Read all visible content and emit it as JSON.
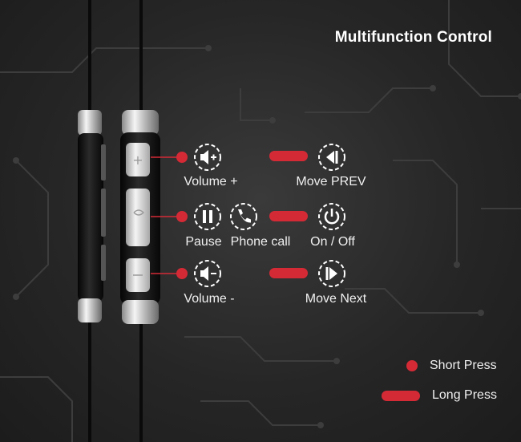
{
  "title": "Multifunction Control",
  "colors": {
    "accent": "#d42a36",
    "background": "#2a2a2a",
    "text": "#f0f0f0"
  },
  "buttons": {
    "volume_up": {
      "short_label": "Volume +",
      "short_icon": "volume-up-icon",
      "long_label": "Move PREV",
      "long_icon": "previous-track-icon"
    },
    "middle": {
      "short_label_1": "Pause",
      "short_icon_1": "pause-icon",
      "short_label_2": "Phone call",
      "short_icon_2": "phone-icon",
      "long_label": "On / Off",
      "long_icon": "power-icon"
    },
    "volume_down": {
      "short_label": "Volume -",
      "short_icon": "volume-down-icon",
      "long_label": "Move Next",
      "long_icon": "next-track-icon"
    }
  },
  "legend": {
    "short_press": "Short Press",
    "long_press": "Long Press"
  }
}
